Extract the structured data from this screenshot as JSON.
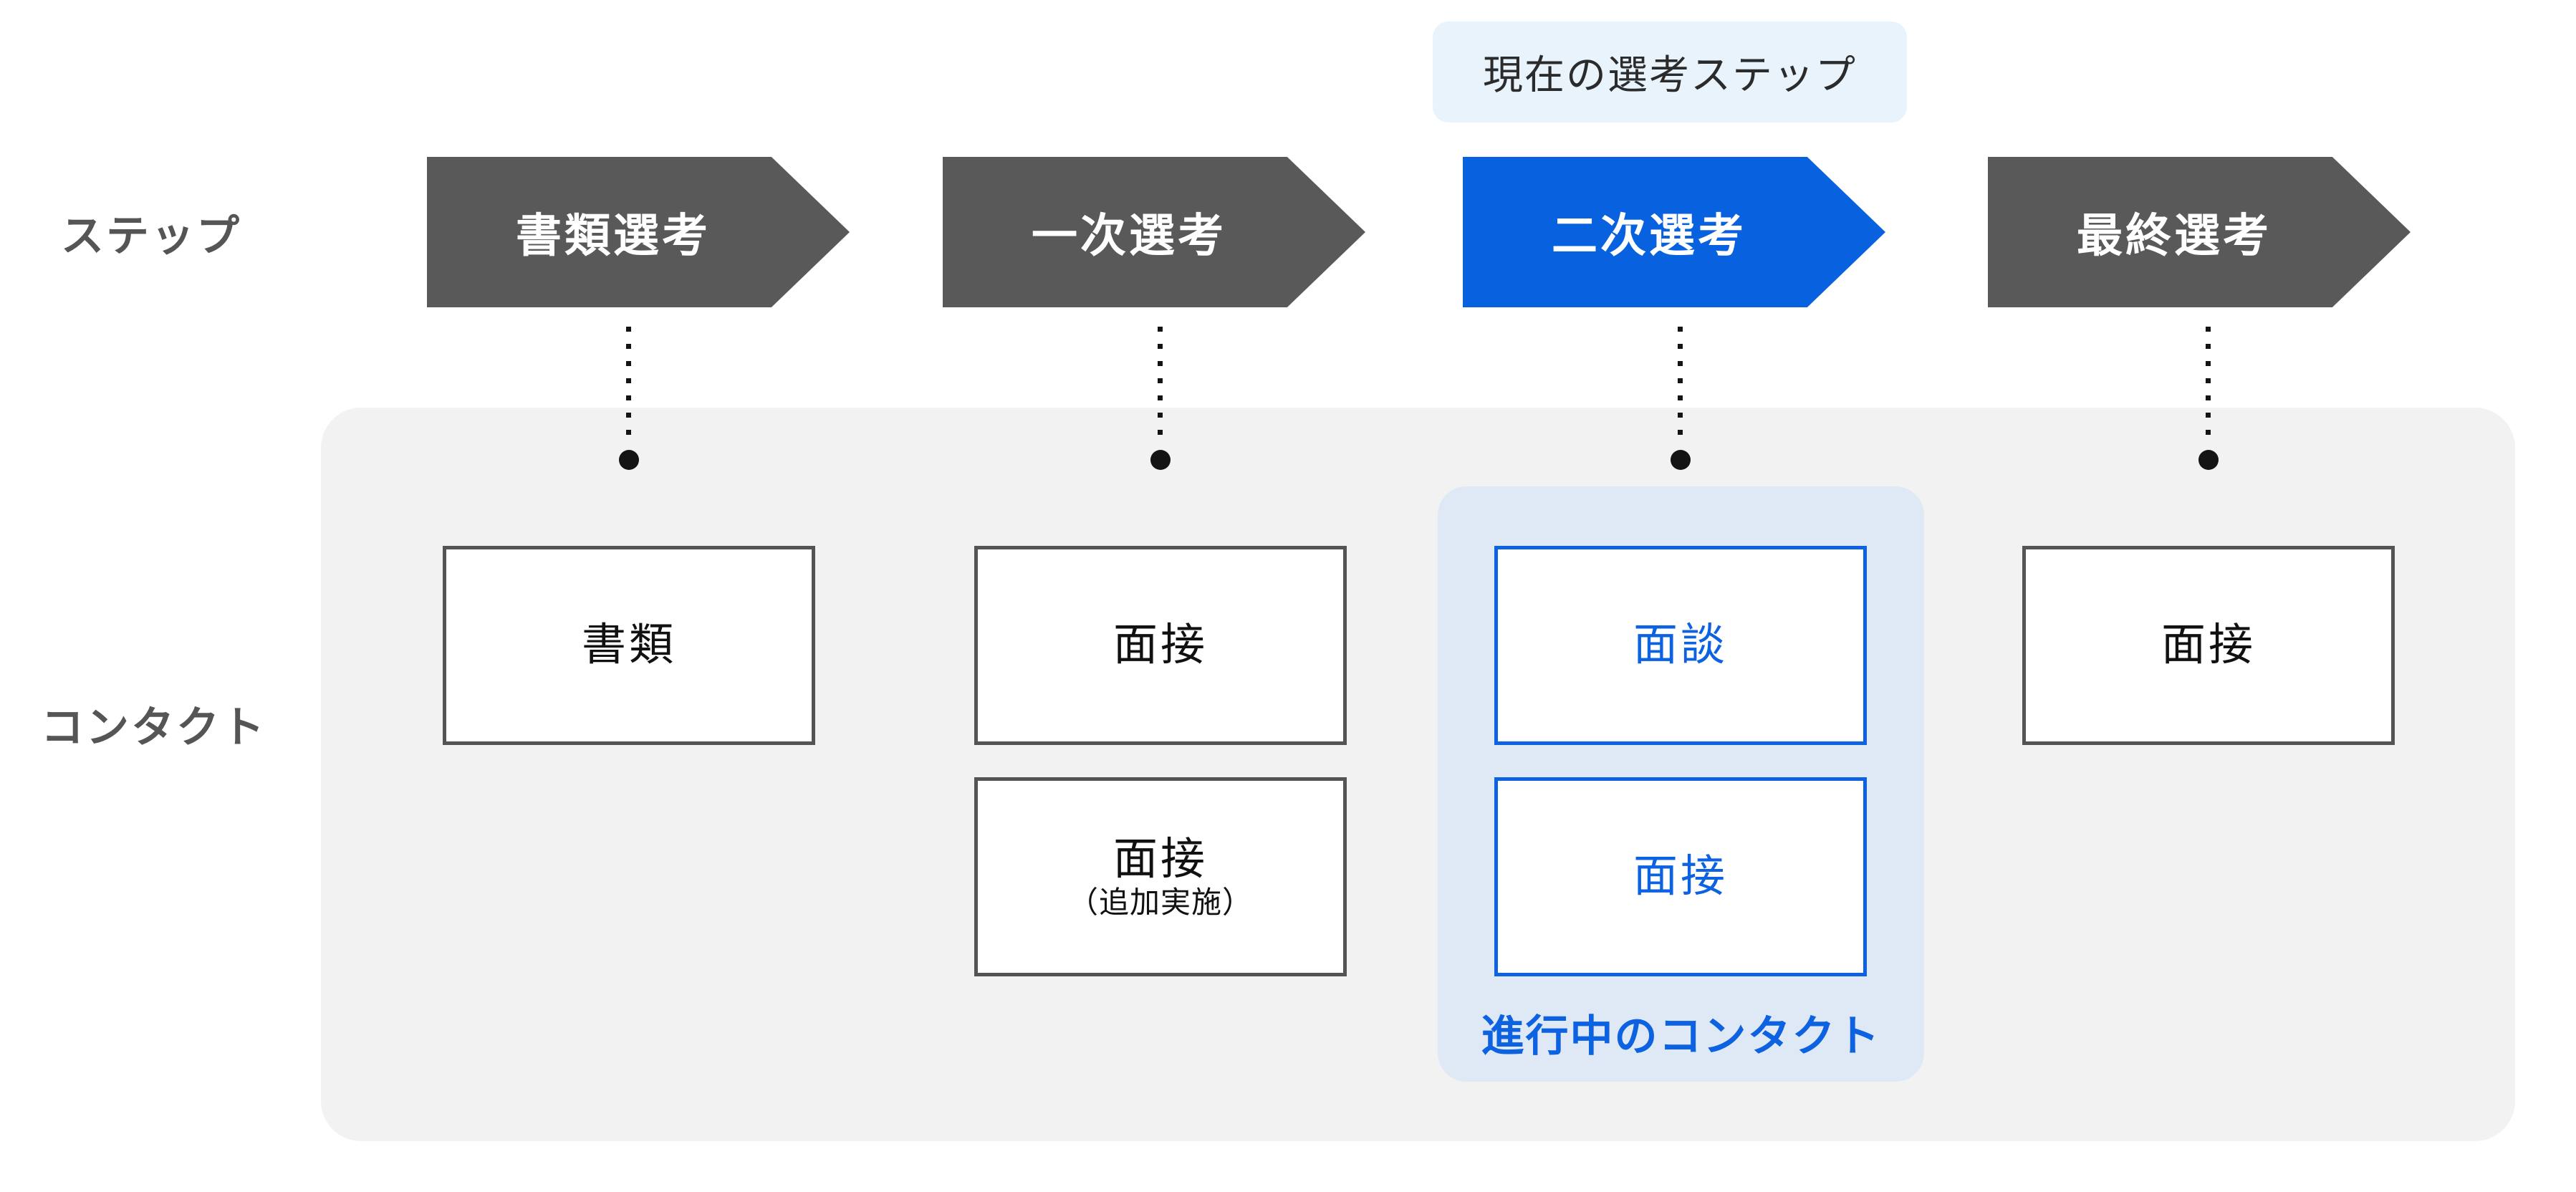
{
  "legend_badge": {
    "label": "現在の選考ステップ"
  },
  "row_labels": {
    "steps": "ステップ",
    "contacts": "コンタクト"
  },
  "steps": [
    {
      "label": "書類選考",
      "state": "default"
    },
    {
      "label": "一次選考",
      "state": "default"
    },
    {
      "label": "二次選考",
      "state": "current"
    },
    {
      "label": "最終選考",
      "state": "default"
    }
  ],
  "current_step": "二次選考",
  "contacts": {
    "step1": [
      {
        "label": "書類"
      }
    ],
    "step2": [
      {
        "label": "面接"
      },
      {
        "label": "面接",
        "sublabel": "（追加実施）"
      }
    ],
    "step3": {
      "panel_label": "進行中のコンタクト",
      "items": [
        {
          "label": "面談"
        },
        {
          "label": "面接"
        }
      ]
    },
    "step4": [
      {
        "label": "面接"
      }
    ]
  },
  "colors": {
    "accent_blue": "#0862e0",
    "box_border_blue": "#0c62e0",
    "panel_light_blue": "#dfe9f5",
    "badge_light_blue": "#e8f3fc",
    "arrow_gray": "#595959",
    "box_border_gray": "#545454",
    "container_gray": "#f2f2f2",
    "label_gray": "#555555",
    "connector_black": "#141414",
    "text_white": "#ffffff",
    "text_dark": "#111111"
  }
}
